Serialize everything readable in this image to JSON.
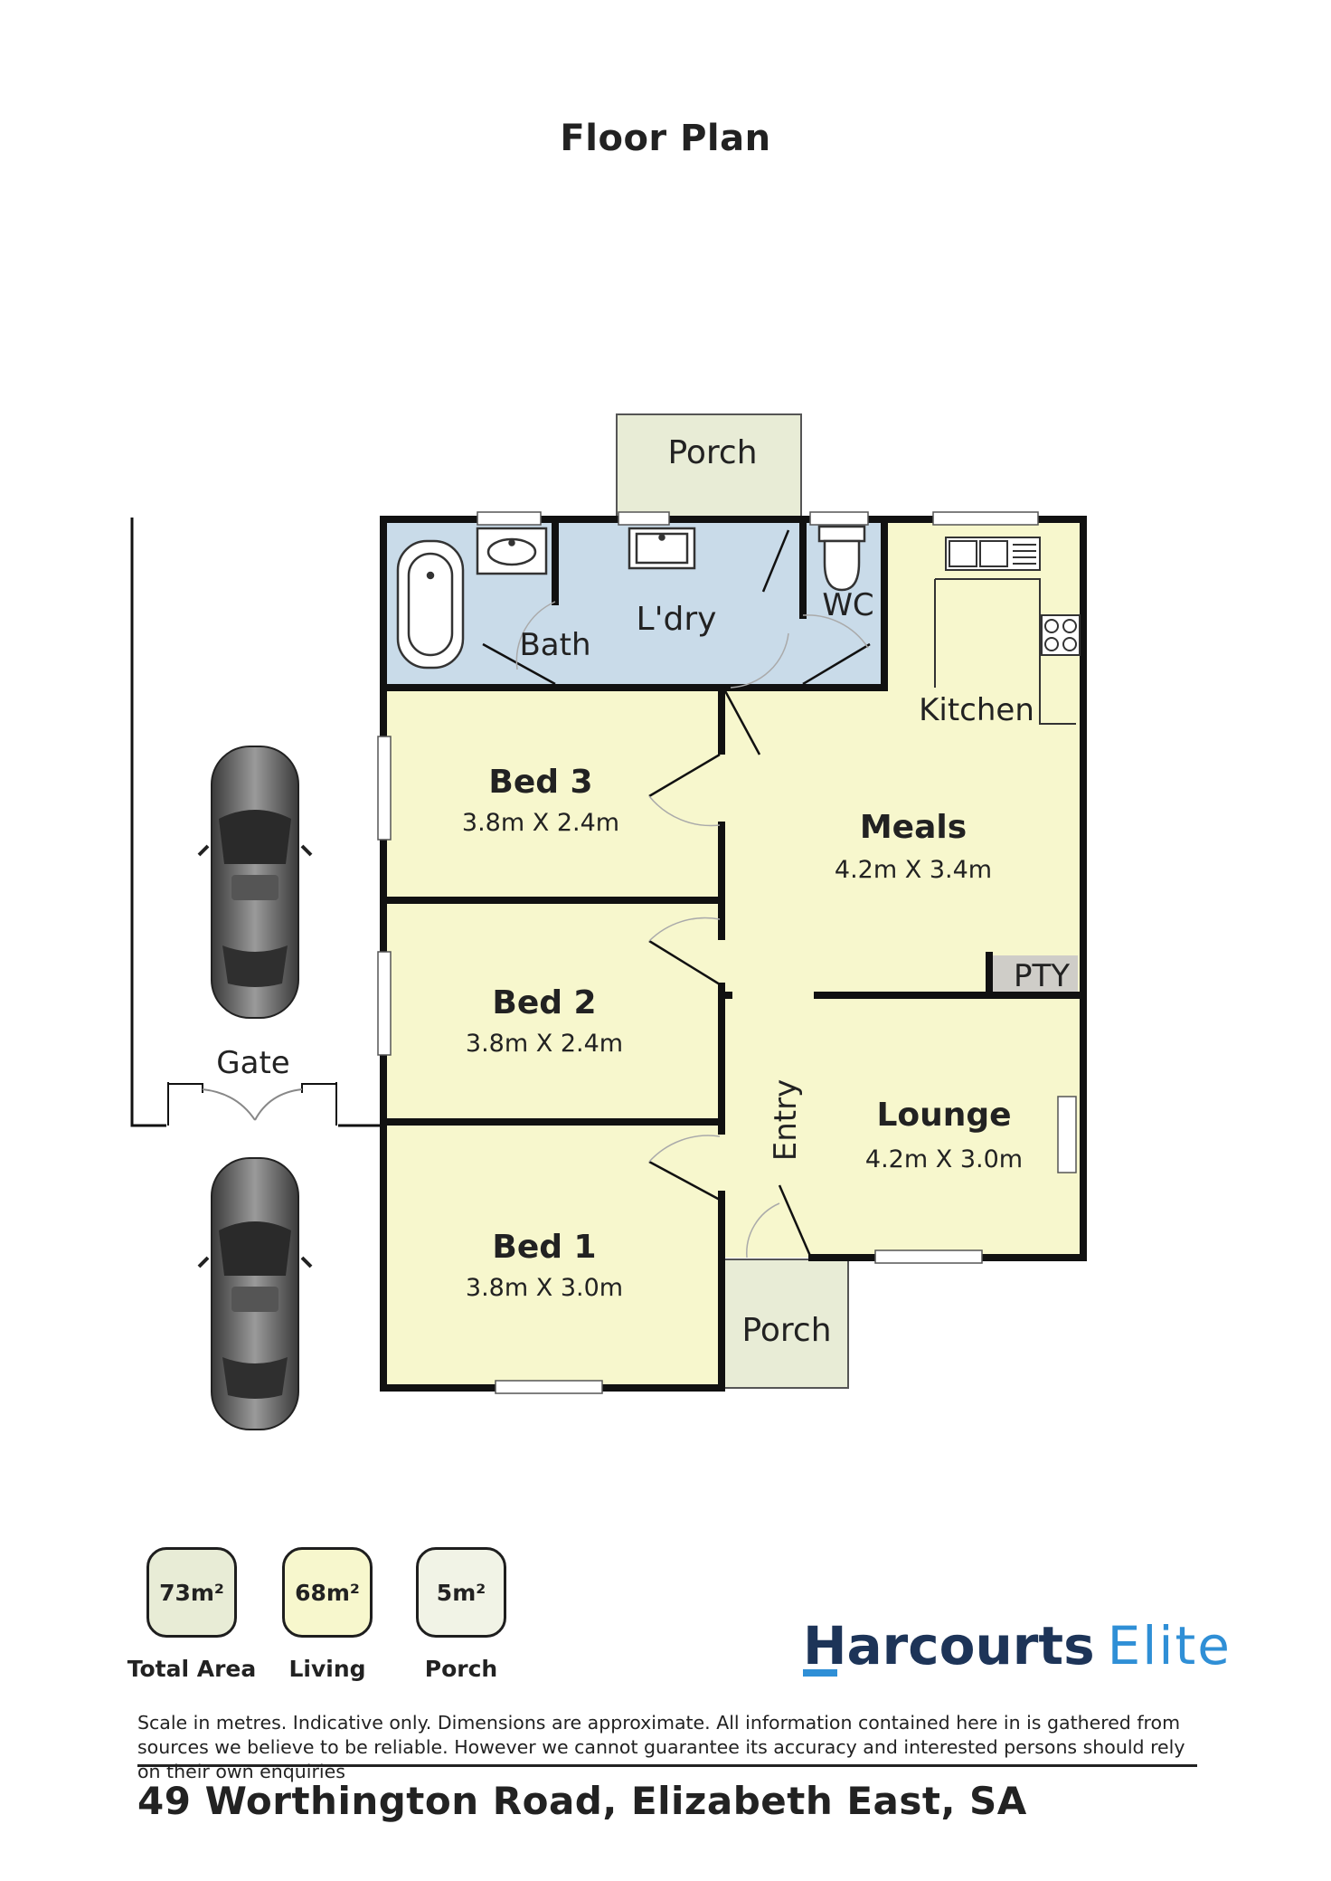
{
  "title": "Floor Plan",
  "rooms": {
    "porch_top": {
      "name": "Porch"
    },
    "laundry": {
      "name": "L'dry"
    },
    "wc": {
      "name": "WC"
    },
    "bath": {
      "name": "Bath"
    },
    "kitchen": {
      "name": "Kitchen"
    },
    "bed3": {
      "name": "Bed 3",
      "size": "3.8m X 2.4m"
    },
    "meals": {
      "name": "Meals",
      "size": "4.2m X 3.4m"
    },
    "pantry": {
      "name": "PTY"
    },
    "bed2": {
      "name": "Bed 2",
      "size": "3.8m X 2.4m"
    },
    "entry": {
      "name": "Entry"
    },
    "lounge": {
      "name": "Lounge",
      "size": "4.2m X 3.0m"
    },
    "bed1": {
      "name": "Bed 1",
      "size": "3.8m X 3.0m"
    },
    "porch_front": {
      "name": "Porch"
    },
    "gate": {
      "name": "Gate"
    }
  },
  "areas": [
    {
      "value": "73m²",
      "label": "Total Area",
      "color": "#e8ecd6"
    },
    {
      "value": "68m²",
      "label": "Living",
      "color": "#f7f7cd"
    },
    {
      "value": "5m²",
      "label": "Porch",
      "color": "#f1f3e6"
    }
  ],
  "colors": {
    "wet_area": "#c9dbe9",
    "living_area": "#f7f7cd",
    "porch": "#e8ecd6",
    "pantry": "#cfcdc8",
    "walls": "#111111"
  },
  "logo": {
    "brand": "Harcourts",
    "office": "Elite"
  },
  "disclaimer": "Scale in metres. Indicative only. Dimensions are approximate. All information contained here in is gathered from sources we believe to be reliable. However we cannot guarantee its accuracy and interested persons should rely on their own enquiries",
  "address": "49 Worthington Road, Elizabeth East, SA"
}
